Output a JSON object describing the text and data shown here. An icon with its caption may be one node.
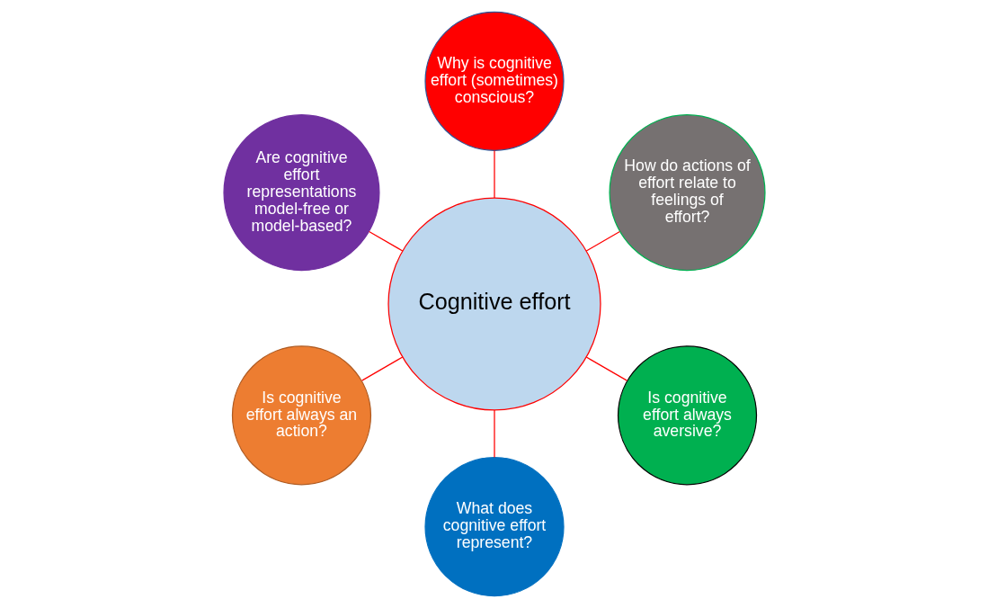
{
  "diagram": {
    "nodes": [
      {
        "text": [
          "Cognitive effort"
        ]
      },
      {
        "text": [
          "How do actions of effort relate to feelings of effort?"
        ]
      },
      {
        "text": [
          "Why is cognitive effort (sometimes) conscious?"
        ]
      },
      {
        "text": [
          "Are cognitive effort representations model-free or model-based?"
        ]
      },
      {
        "text": [
          "Is cognitive effort always an action?"
        ]
      },
      {
        "text": [
          "What does cognitive effort represent?"
        ]
      },
      {
        "text": [
          "Is cognitive effort always aversive?"
        ]
      }
    ],
    "edges": [
      {
        "from": 0,
        "to": 1,
        "arrow": "none"
      },
      {
        "from": 0,
        "to": 2,
        "arrow": "none"
      },
      {
        "from": 0,
        "to": 3,
        "arrow": "none"
      },
      {
        "from": 0,
        "to": 4,
        "arrow": "none"
      },
      {
        "from": 0,
        "to": 5,
        "arrow": "none"
      },
      {
        "from": 0,
        "to": 6,
        "arrow": "none"
      }
    ]
  }
}
